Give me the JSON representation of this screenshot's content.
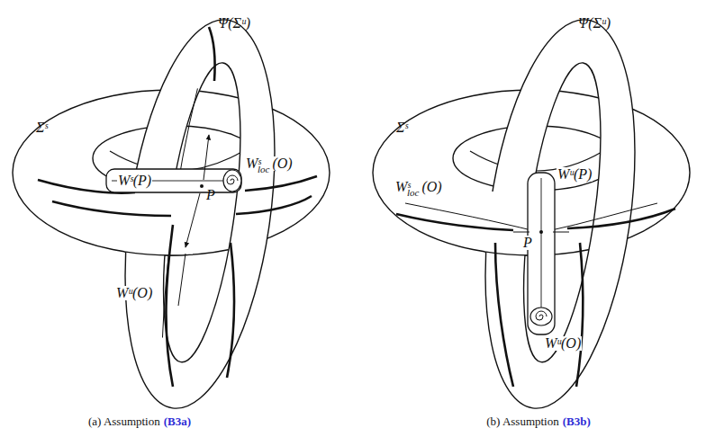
{
  "diagram": {
    "labels": [
      "Ψ(Σᵘ)",
      "Σˢ",
      "Wˢ(P)",
      "P",
      "Wˢ",
      "loc",
      "(O)",
      "Wᵘ(O)",
      "(a) Assumption",
      "(B3a)",
      "Ψ(Σᵘ)",
      "Σˢ",
      "Wᵘ(P)",
      "Wˢ",
      "loc",
      "(O)",
      "P",
      "Wᵘ(O)",
      "(b) Assumption",
      "(B3b)"
    ]
  }
}
